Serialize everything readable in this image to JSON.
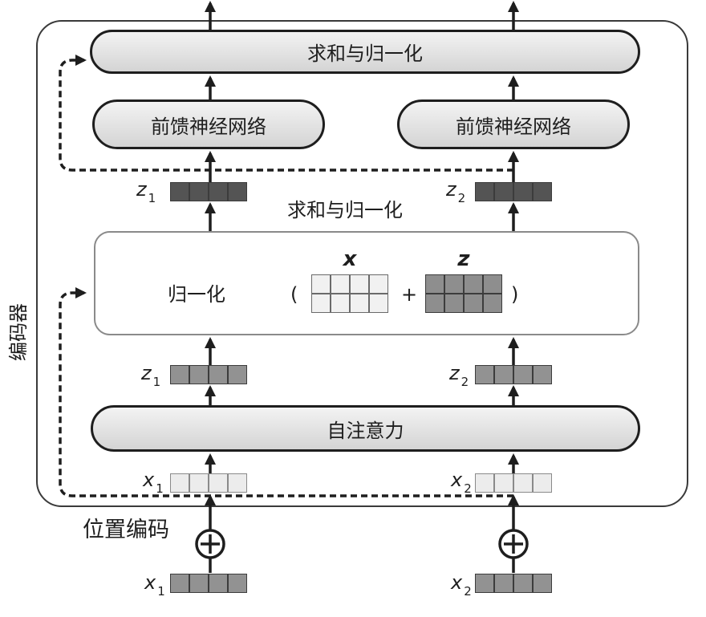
{
  "encoder_label": "编码器",
  "top_add_norm": "求和与归一化",
  "ffn": [
    "前馈神经网络",
    "前馈神经网络"
  ],
  "mid_add_norm": "求和与归一化",
  "norm": {
    "label": "归一化",
    "paren_open": "(",
    "x_label": "x",
    "plus": "+",
    "z_label": "z",
    "paren_close": ")"
  },
  "self_attention": "自注意力",
  "positional_encoding": "位置编码",
  "vectors": {
    "z_top": [
      {
        "var": "z",
        "sub": "1"
      },
      {
        "var": "z",
        "sub": "2"
      }
    ],
    "z_mid": [
      {
        "var": "z",
        "sub": "1"
      },
      {
        "var": "z",
        "sub": "2"
      }
    ],
    "x_mid": [
      {
        "var": "x",
        "sub": "1"
      },
      {
        "var": "x",
        "sub": "2"
      }
    ],
    "x_bottom": [
      {
        "var": "x",
        "sub": "1"
      },
      {
        "var": "x",
        "sub": "2"
      }
    ]
  },
  "icons": {
    "add": "circled-plus-icon",
    "arrow": "arrow-up-icon"
  },
  "colors": {
    "box_fill": "#dedede",
    "border": "#1e1e1e",
    "vector_dark": "#545454",
    "vector_mid": "#929292",
    "vector_light": "#ececec"
  }
}
